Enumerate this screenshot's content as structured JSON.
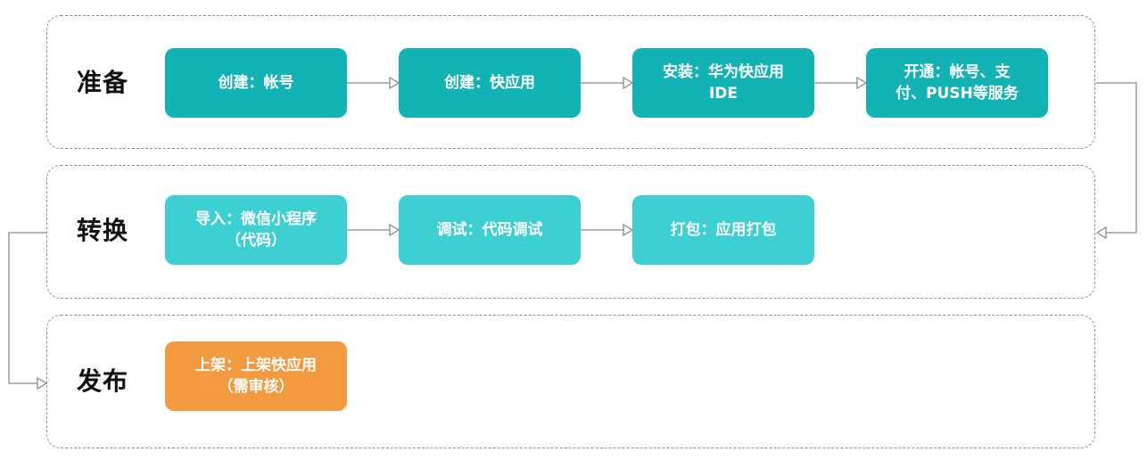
{
  "stages": [
    {
      "label": "准备",
      "steps": [
        "创建：帐号",
        "创建：快应用",
        "安装：华为快应用\nIDE",
        "开通：帐号、支\n付、PUSH等服务"
      ]
    },
    {
      "label": "转换",
      "steps": [
        "导入：微信小程序\n（代码）",
        "调试：代码调试",
        "打包：应用打包"
      ]
    },
    {
      "label": "发布",
      "steps": [
        "上架：上架快应用\n（需审核）"
      ]
    }
  ],
  "colors": {
    "prep": "#12b2b5",
    "convert": "#3ecfd3",
    "publish": "#f39a40",
    "border": "#8f8f8f"
  }
}
